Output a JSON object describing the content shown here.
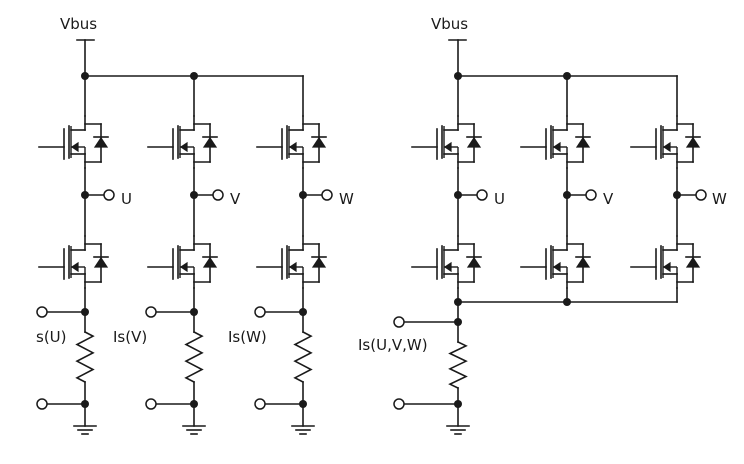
{
  "left_circuit": {
    "supply_label": "Vbus",
    "phase_labels": [
      "U",
      "V",
      "W"
    ],
    "sense_labels": [
      "s(U)",
      "Is(V)",
      "Is(W)"
    ]
  },
  "right_circuit": {
    "supply_label": "Vbus",
    "phase_labels": [
      "U",
      "V",
      "W"
    ],
    "sense_label": "Is(U,V,W)"
  }
}
